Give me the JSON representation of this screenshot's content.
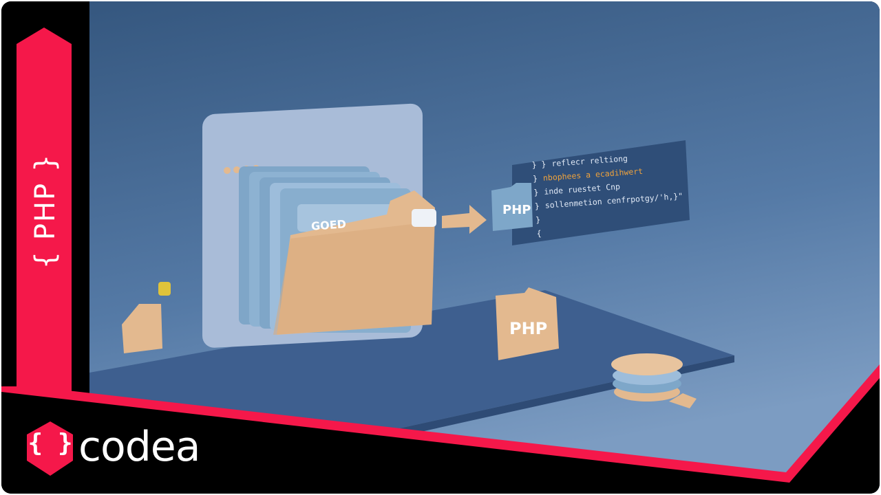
{
  "sidebar": {
    "label": "{ PHP }"
  },
  "brand": {
    "logo_braces": "{ }",
    "name": "codea"
  },
  "illustration": {
    "folder_tab_label": "GOED",
    "php_badge_label": "PHP",
    "php_folder_label": "PHP",
    "code_lines": [
      {
        "bracket": "} }",
        "text": "reflecr reltiong",
        "highlight": false
      },
      {
        "bracket": "}",
        "text": "nbophees a ecadihwert",
        "highlight": true
      },
      {
        "bracket": "}",
        "text": "inde ruestet Cnp",
        "highlight": false
      },
      {
        "bracket": "}",
        "text": "sollenmetion cenfrpotgy/'h,}\"",
        "highlight": false
      },
      {
        "bracket": "}",
        "text": "",
        "highlight": false
      },
      {
        "bracket": "{",
        "text": "",
        "highlight": false
      }
    ]
  },
  "colors": {
    "accent": "#f5184a",
    "background": "#4a6e9c",
    "frame": "#000000",
    "folder": "#e3b98f",
    "file": "#8fb4d1"
  }
}
